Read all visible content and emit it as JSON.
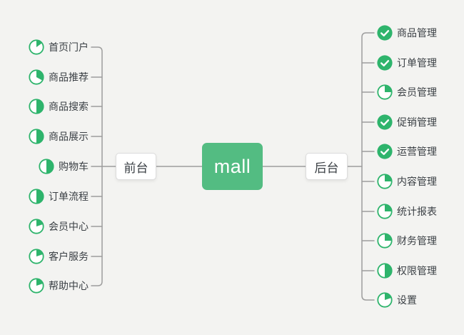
{
  "root": {
    "label": "mall"
  },
  "branches": {
    "frontend": {
      "label": "前台",
      "items": [
        {
          "label": "首页门户",
          "icon": "pie",
          "progress": 0.15
        },
        {
          "label": "商品推荐",
          "icon": "pie",
          "progress": 0.33
        },
        {
          "label": "商品搜索",
          "icon": "pie",
          "progress": 0.5
        },
        {
          "label": "商品展示",
          "icon": "pie",
          "progress": 0.5
        },
        {
          "label": "购物车",
          "icon": "pie",
          "progress": 0.5
        },
        {
          "label": "订单流程",
          "icon": "pie",
          "progress": 0.5
        },
        {
          "label": "会员中心",
          "icon": "pie",
          "progress": 0.2
        },
        {
          "label": "客户服务",
          "icon": "pie",
          "progress": 0.2
        },
        {
          "label": "帮助中心",
          "icon": "pie",
          "progress": 0.2
        }
      ]
    },
    "backend": {
      "label": "后台",
      "items": [
        {
          "label": "商品管理",
          "icon": "check-circle"
        },
        {
          "label": "订单管理",
          "icon": "check-circle"
        },
        {
          "label": "会员管理",
          "icon": "pie",
          "progress": 0.25
        },
        {
          "label": "促销管理",
          "icon": "check-circle"
        },
        {
          "label": "运营管理",
          "icon": "check-circle"
        },
        {
          "label": "内容管理",
          "icon": "pie",
          "progress": 0.25
        },
        {
          "label": "统计报表",
          "icon": "pie",
          "progress": 0.25
        },
        {
          "label": "财务管理",
          "icon": "pie",
          "progress": 0.25
        },
        {
          "label": "权限管理",
          "icon": "pie",
          "progress": 0.5
        },
        {
          "label": "设置",
          "icon": "pie",
          "progress": 0.2
        }
      ]
    }
  },
  "colors": {
    "background": "#f3f3f1",
    "accent_green": "#2eb46c",
    "root_green": "#53bc82",
    "line": "#9d9d9d",
    "text": "#3b4045"
  }
}
